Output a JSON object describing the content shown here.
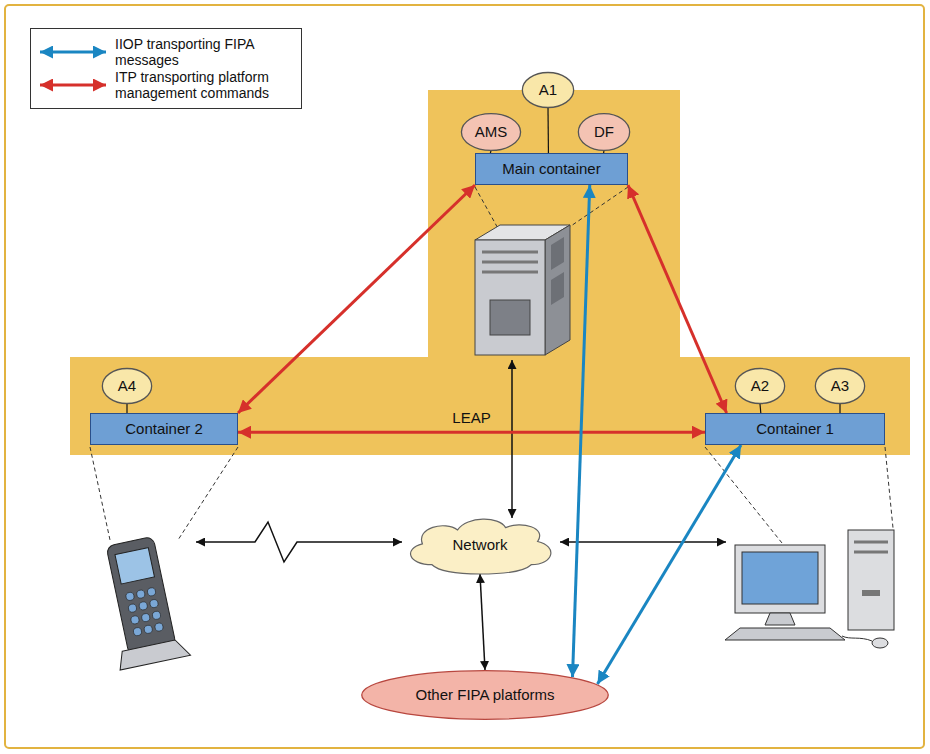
{
  "diagram": {
    "nodes": [
      {
        "text": [
          "A1"
        ]
      },
      {
        "text": [
          "AMS"
        ]
      },
      {
        "text": [
          "DF"
        ]
      },
      {
        "text": [
          "Main container"
        ]
      },
      {
        "text": [
          "A4"
        ]
      },
      {
        "text": [
          "A2"
        ]
      },
      {
        "text": [
          "A3"
        ]
      },
      {
        "text": [
          "Container 2"
        ]
      },
      {
        "text": [
          "Container 1"
        ]
      },
      {
        "text": [
          "Network"
        ]
      },
      {
        "text": [
          "Other FIPA platforms"
        ]
      }
    ],
    "edges": [
      {
        "from": 0,
        "to": 3,
        "arrow": "none"
      },
      {
        "from": 1,
        "to": 3,
        "arrow": "none"
      },
      {
        "from": 2,
        "to": 3,
        "arrow": "none"
      },
      {
        "from": 4,
        "to": 7,
        "arrow": "none"
      },
      {
        "from": 5,
        "to": 8,
        "arrow": "none"
      },
      {
        "from": 6,
        "to": 8,
        "arrow": "none"
      },
      {
        "from": 3,
        "to": 7,
        "arrow": "both"
      },
      {
        "from": 3,
        "to": 8,
        "arrow": "both"
      },
      {
        "from": 7,
        "to": 8,
        "arrow": "both",
        "label": "LEAP"
      },
      {
        "from": 3,
        "to": 10,
        "arrow": "both"
      },
      {
        "from": 8,
        "to": 10,
        "arrow": "both"
      },
      {
        "from": 9,
        "to": 10,
        "arrow": "both"
      }
    ],
    "legend": [
      {
        "text": "IIOP transporting FIPA messages"
      },
      {
        "text": "ITP transporting platform management commands"
      }
    ]
  }
}
